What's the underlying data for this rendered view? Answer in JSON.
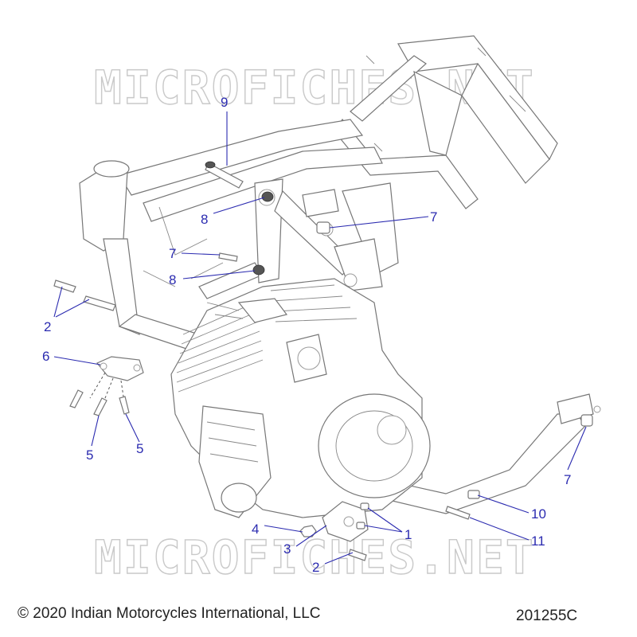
{
  "watermark": "MICROFICHES.NET",
  "callouts": {
    "c1": "1",
    "c2a": "2",
    "c2b": "2",
    "c3": "3",
    "c4": "4",
    "c5a": "5",
    "c5b": "5",
    "c6": "6",
    "c7a": "7",
    "c7b": "7",
    "c7c": "7",
    "c8a": "8",
    "c8b": "8",
    "c9": "9",
    "c10": "10",
    "c11": "11"
  },
  "footer": {
    "copyright": "© 2020 Indian Motorcycles International, LLC",
    "drawing_number": "201255C"
  },
  "colors": {
    "callout": "#2b2bb0",
    "line_art": "#777777",
    "watermark": "#c9c9c9"
  }
}
